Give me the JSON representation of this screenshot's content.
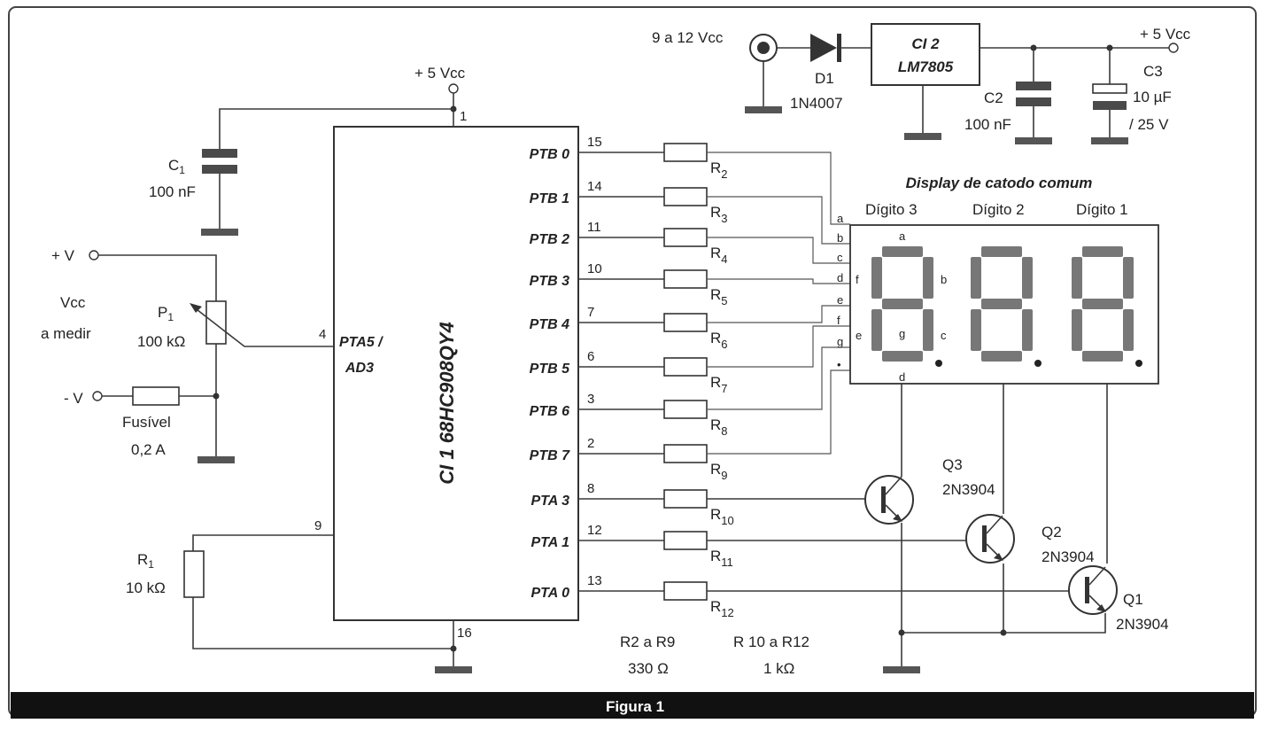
{
  "figure": {
    "caption": "Figura 1"
  },
  "ic1": {
    "name": "CI 1 68HC908QY4",
    "pins_right": [
      {
        "label": "PTB 0",
        "num": "15",
        "res": "R",
        "res_sub": "2"
      },
      {
        "label": "PTB 1",
        "num": "14",
        "res": "R",
        "res_sub": "3"
      },
      {
        "label": "PTB 2",
        "num": "11",
        "res": "R",
        "res_sub": "4"
      },
      {
        "label": "PTB 3",
        "num": "10",
        "res": "R",
        "res_sub": "5"
      },
      {
        "label": "PTB 4",
        "num": "7",
        "res": "R",
        "res_sub": "6"
      },
      {
        "label": "PTB 5",
        "num": "6",
        "res": "R",
        "res_sub": "7"
      },
      {
        "label": "PTB 6",
        "num": "3",
        "res": "R",
        "res_sub": "8"
      },
      {
        "label": "PTB 7",
        "num": "2",
        "res": "R",
        "res_sub": "9"
      },
      {
        "label": "PTA 3",
        "num": "8",
        "res": "R",
        "res_sub": "10"
      },
      {
        "label": "PTA 1",
        "num": "12",
        "res": "R",
        "res_sub": "11"
      },
      {
        "label": "PTA 0",
        "num": "13",
        "res": "R",
        "res_sub": "12"
      }
    ],
    "pin_adc_line1": "PTA5 /",
    "pin_adc_line2": "AD3",
    "pin_adc_num": "4",
    "pin_top_num": "1",
    "pin_left_num": "9",
    "pin_bottom_num": "16"
  },
  "supply_top": "+ 5 Vcc",
  "c1": {
    "name": "C",
    "sub": "1",
    "value": "100 nF"
  },
  "input": {
    "plus": "+ V",
    "minus": "- V",
    "vcc_line1": "Vcc",
    "vcc_line2": "a medir",
    "p1_name": "P",
    "p1_sub": "1",
    "p1_value": "100 kΩ",
    "fuse_line1": "Fusível",
    "fuse_line2": "0,2 A"
  },
  "r1": {
    "name": "R",
    "sub": "1",
    "value": "10 kΩ"
  },
  "power": {
    "input": "9 a 12 Vcc",
    "d1_name": "D1",
    "d1_part": "1N4007",
    "reg_line1": "CI 2",
    "reg_line2": "LM7805",
    "c2_name": "C2",
    "c2_value": "100 nF",
    "c3_name": "C3",
    "c3_value1": "10 µF",
    "c3_value2": "/ 25 V",
    "out": "+ 5 Vcc"
  },
  "display": {
    "title": "Display de catodo comum",
    "digits": [
      "Dígito 3",
      "Dígito 2",
      "Dígito 1"
    ],
    "inputs": [
      "a",
      "b",
      "c",
      "d",
      "e",
      "f",
      "g",
      "•"
    ],
    "seg_labels": {
      "a": "a",
      "b": "b",
      "c": "c",
      "d": "d",
      "e": "e",
      "f": "f",
      "g": "g"
    }
  },
  "transistors": [
    {
      "name": "Q3",
      "part": "2N3904"
    },
    {
      "name": "Q2",
      "part": "2N3904"
    },
    {
      "name": "Q1",
      "part": "2N3904"
    }
  ],
  "notes": {
    "r2r9_line1": "R2 a R9",
    "r2r9_line2": "330 Ω",
    "r10r12_line1": "R 10 a R12",
    "r10r12_line2": "1 kΩ"
  },
  "colors": {
    "wire": "#3a3a3a",
    "segment": "#777777",
    "caption_bar": "#111111"
  }
}
